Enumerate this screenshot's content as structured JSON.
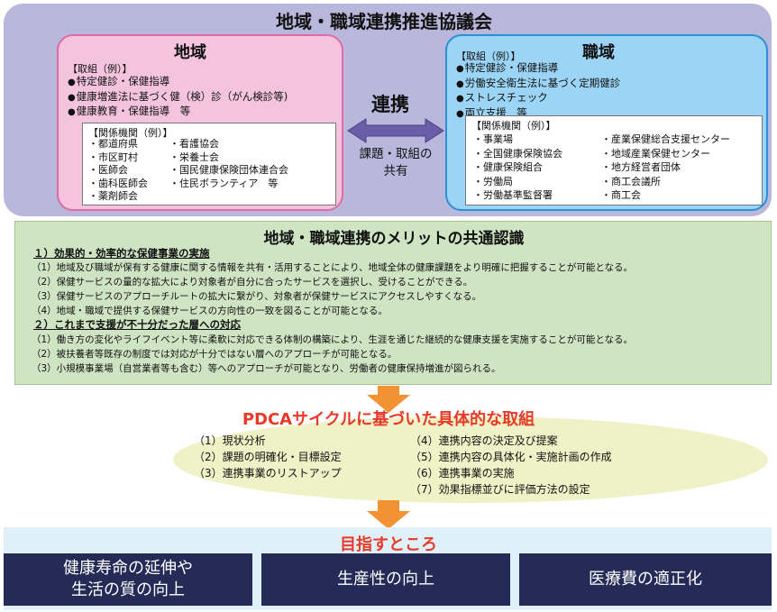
{
  "council": {
    "title": "地域・職域連携推進協議会",
    "region": {
      "heading": "地域",
      "initiatives_label": "【取組（例）】",
      "initiatives": [
        "特定健診・保健指導",
        "健康増進法に基づく健（検）診（がん検診等)",
        "健康教育・保健指導　等"
      ],
      "orgs_label": "【関係機関（例）】",
      "orgs_col1": [
        "・都道府県",
        "・市区町村",
        "・医師会",
        "・歯科医師会",
        "・薬剤師会"
      ],
      "orgs_col2": [
        "・看護協会",
        "・栄養士会",
        "・国民健康保険団体連合会",
        "・住民ボランティア　等"
      ]
    },
    "workplace": {
      "heading": "職域",
      "initiatives_label": "【取組（例）】",
      "initiatives": [
        "特定健診・保健指導",
        "労働安全衛生法に基づく定期健診",
        "ストレスチェック",
        "両立支援　等"
      ],
      "orgs_label": "【関係機関（例）】",
      "orgs_col1": [
        "・事業場",
        "・全国健康保険協会",
        "・健康保険組合",
        "・労働局",
        "・労働基準監督署"
      ],
      "orgs_col2": [
        "・産業保健総合支援センター",
        "・地域産業保健センター",
        "・地方経営者団体",
        "・商工会議所",
        "・商工会"
      ]
    },
    "link_label": "連携",
    "share_label_1": "課題・取組の",
    "share_label_2": "共有",
    "colors": {
      "region": "#f4c4de",
      "workplace": "#9bd4f5",
      "arrow": "#6b5ea8"
    }
  },
  "merits": {
    "title": "地域・職域連携のメリットの共通認識",
    "section1": {
      "heading": "１）効果的・効率的な保健事業の実施",
      "items": [
        "（1）地域及び職域が保有する健康に関する情報を共有・活用することにより、地域全体の健康課題をより明確に把握することが可能となる。",
        "（2）保健サービスの量的な拡大により対象者が自分に合ったサービスを選択し、受けることができる。",
        "（3）保健サービスのアプローチルートの拡大に繋がり、対象者が保健サービスにアクセスしやすくなる。",
        "（4）地域・職域で提供する保健サービスの方向性の一致を図ることが可能となる。"
      ]
    },
    "section2": {
      "heading": "２）これまで支援が不十分だった層への対応",
      "items": [
        "（1）働き方の変化やライフイベント等に柔軟に対応できる体制の構築により、生涯を通じた継続的な健康支援を実施することが可能となる。",
        "（2）被扶養者等既存の制度では対応が十分ではない層へのアプローチが可能となる。",
        "（3）小規模事業場（自営業者等も含む）等へのアプローチが可能となり、労働者の健康保持増進が図られる。"
      ]
    }
  },
  "pdca": {
    "title": "PDCAサイクルに基づいた具体的な取組",
    "left_items": [
      "（1）現状分析",
      "（2）課題の明確化・目標設定",
      "（3）連携事業のリストアップ"
    ],
    "right_items": [
      "（4）連携内容の決定及び提案",
      "（5）連携内容の具体化・実施計画の作成",
      "（6）連携事業の実施",
      "（7）効果指標並びに評価方法の設定"
    ]
  },
  "goals": {
    "title": "目指すところ",
    "items": [
      {
        "line1": "健康寿命の延伸や",
        "line2": "生活の質の向上"
      },
      {
        "line1": "生産性の向上",
        "line2": ""
      },
      {
        "line1": "医療費の適正化",
        "line2": ""
      }
    ]
  }
}
